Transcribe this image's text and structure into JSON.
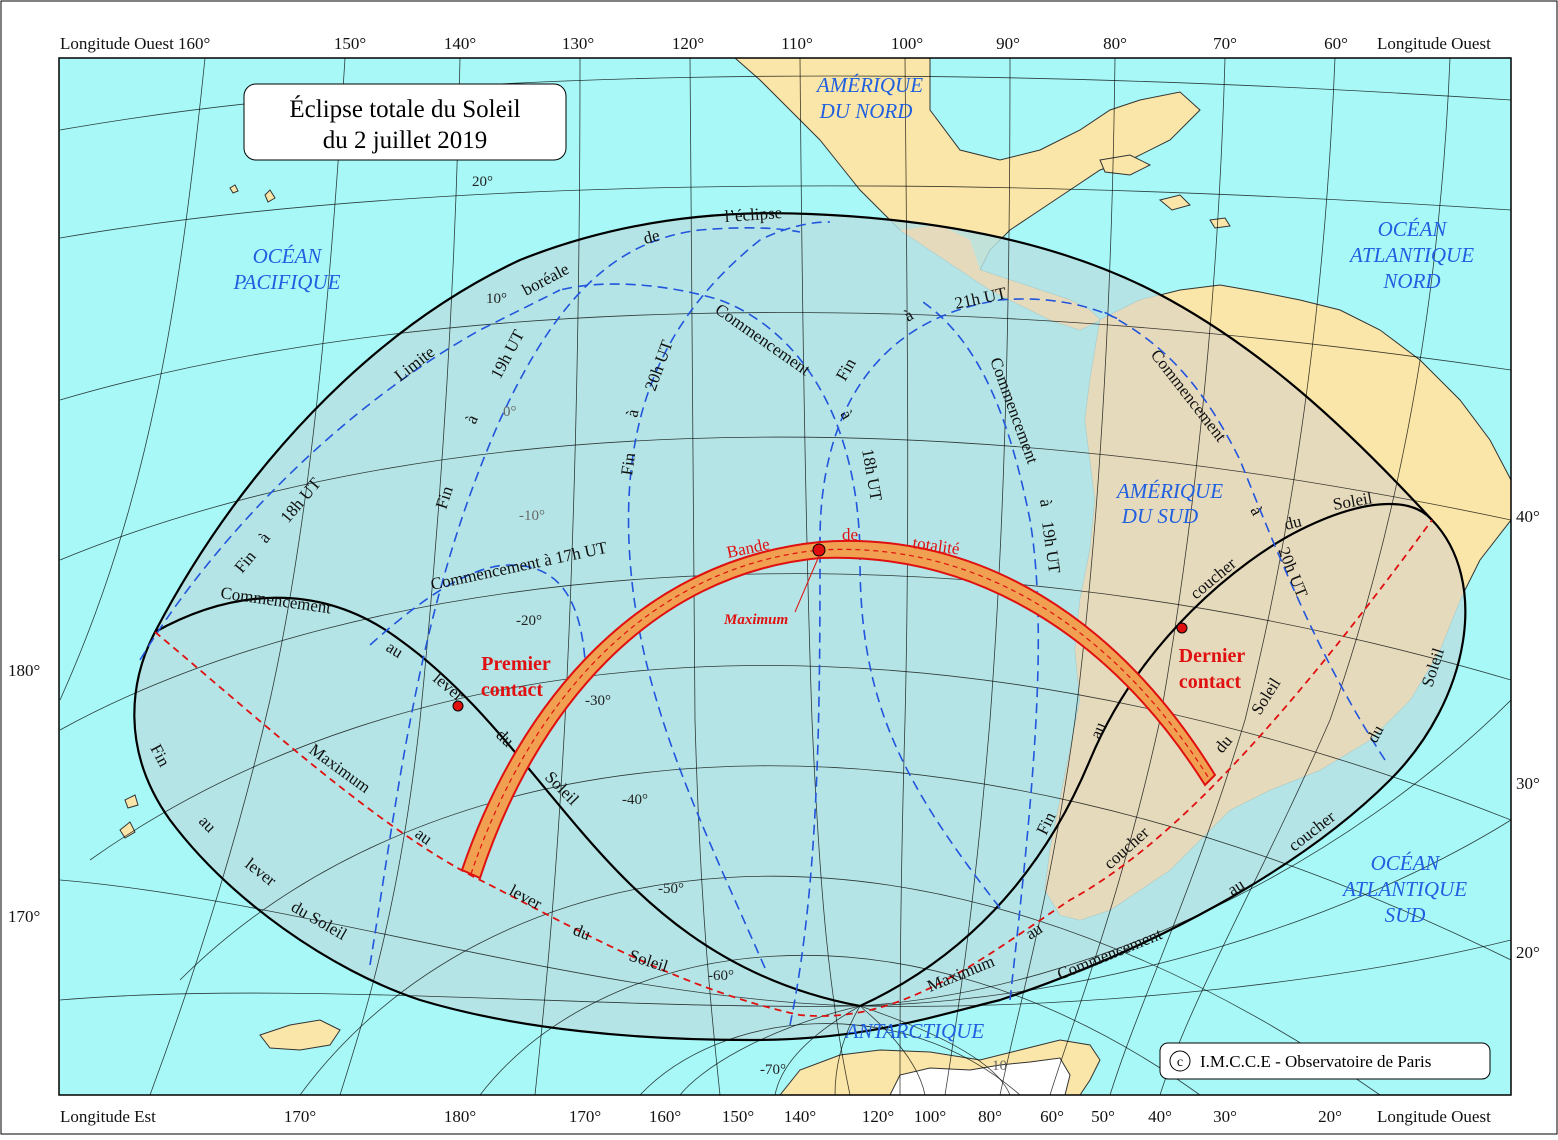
{
  "title": {
    "line1": "Éclipse totale du Soleil",
    "line2": "du 2 juillet 2019"
  },
  "copyright": "I.M.C.C.E - Observatoire de Paris",
  "copyright_symbol": "c",
  "top_axis": {
    "left_label": "Longitude Ouest 160°",
    "right_label": "Longitude Ouest",
    "ticks": [
      "150°",
      "140°",
      "130°",
      "120°",
      "110°",
      "100°",
      "90°",
      "80°",
      "70°",
      "60°"
    ]
  },
  "bottom_axis": {
    "left_label": "Longitude Est",
    "right_label": "Longitude Ouest",
    "ticks": [
      "170°",
      "180°",
      "170°",
      "160°",
      "150°",
      "140°",
      "120°",
      "100°",
      "80°",
      "60°",
      "50°",
      "40°",
      "30°",
      "20°"
    ]
  },
  "left_axis": [
    "180°",
    "170°"
  ],
  "right_axis": [
    "40°",
    "30°",
    "20°"
  ],
  "latitude_labels": [
    "20°",
    "10°",
    "0°",
    "-10°",
    "-20°",
    "-30°",
    "-40°",
    "-50°",
    "-60°",
    "-70°"
  ],
  "extra_tick": "10",
  "regions": {
    "north_america": [
      "AMÉRIQUE",
      "DU NORD"
    ],
    "pacific": [
      "OCÉAN",
      "PACIFIQUE"
    ],
    "atlantic_north": [
      "OCÉAN",
      "ATLANTIQUE",
      "NORD"
    ],
    "south_america": [
      "AMÉRIQUE",
      "DU SUD"
    ],
    "atlantic_south": [
      "OCÉAN",
      "ATLANTIQUE",
      "SUD"
    ],
    "antarctica": [
      "ANTARCTIQUE"
    ]
  },
  "curve_labels": {
    "limite": "Limite",
    "boreale": "boréale",
    "de": "de",
    "eclipse": "l’éclipse",
    "fin": "Fin",
    "a": "à",
    "h18": "18h UT",
    "h19": "19h UT",
    "h20": "20h UT",
    "h21": "21h UT",
    "h18b": "18h UT",
    "h19b": "19h UT",
    "h20b": "20h UT",
    "commencement": "Commencement",
    "c17": "Commencement à 17h UT",
    "au": "au",
    "lever": "lever",
    "du": "du",
    "soleil": "Soleil",
    "du_soleil": "du Soleil",
    "maximum": "Maximum",
    "coucher": "coucher"
  },
  "totality": {
    "bande": "Bande",
    "de": "de",
    "totalite": "totalité",
    "maximum": "Maximum",
    "premier": [
      "Premier",
      "contact"
    ],
    "dernier": [
      "Dernier",
      "contact"
    ]
  },
  "colors": {
    "ocean": "#a8f8f8",
    "land": "#fae6a8",
    "eclipse_zone": "#b6e0e2",
    "eclipse_land": "#e6dabd",
    "grid": "#000000",
    "dashed_blue": "#2255dd",
    "red": "#e01010",
    "band_fill": "#f0a050"
  }
}
